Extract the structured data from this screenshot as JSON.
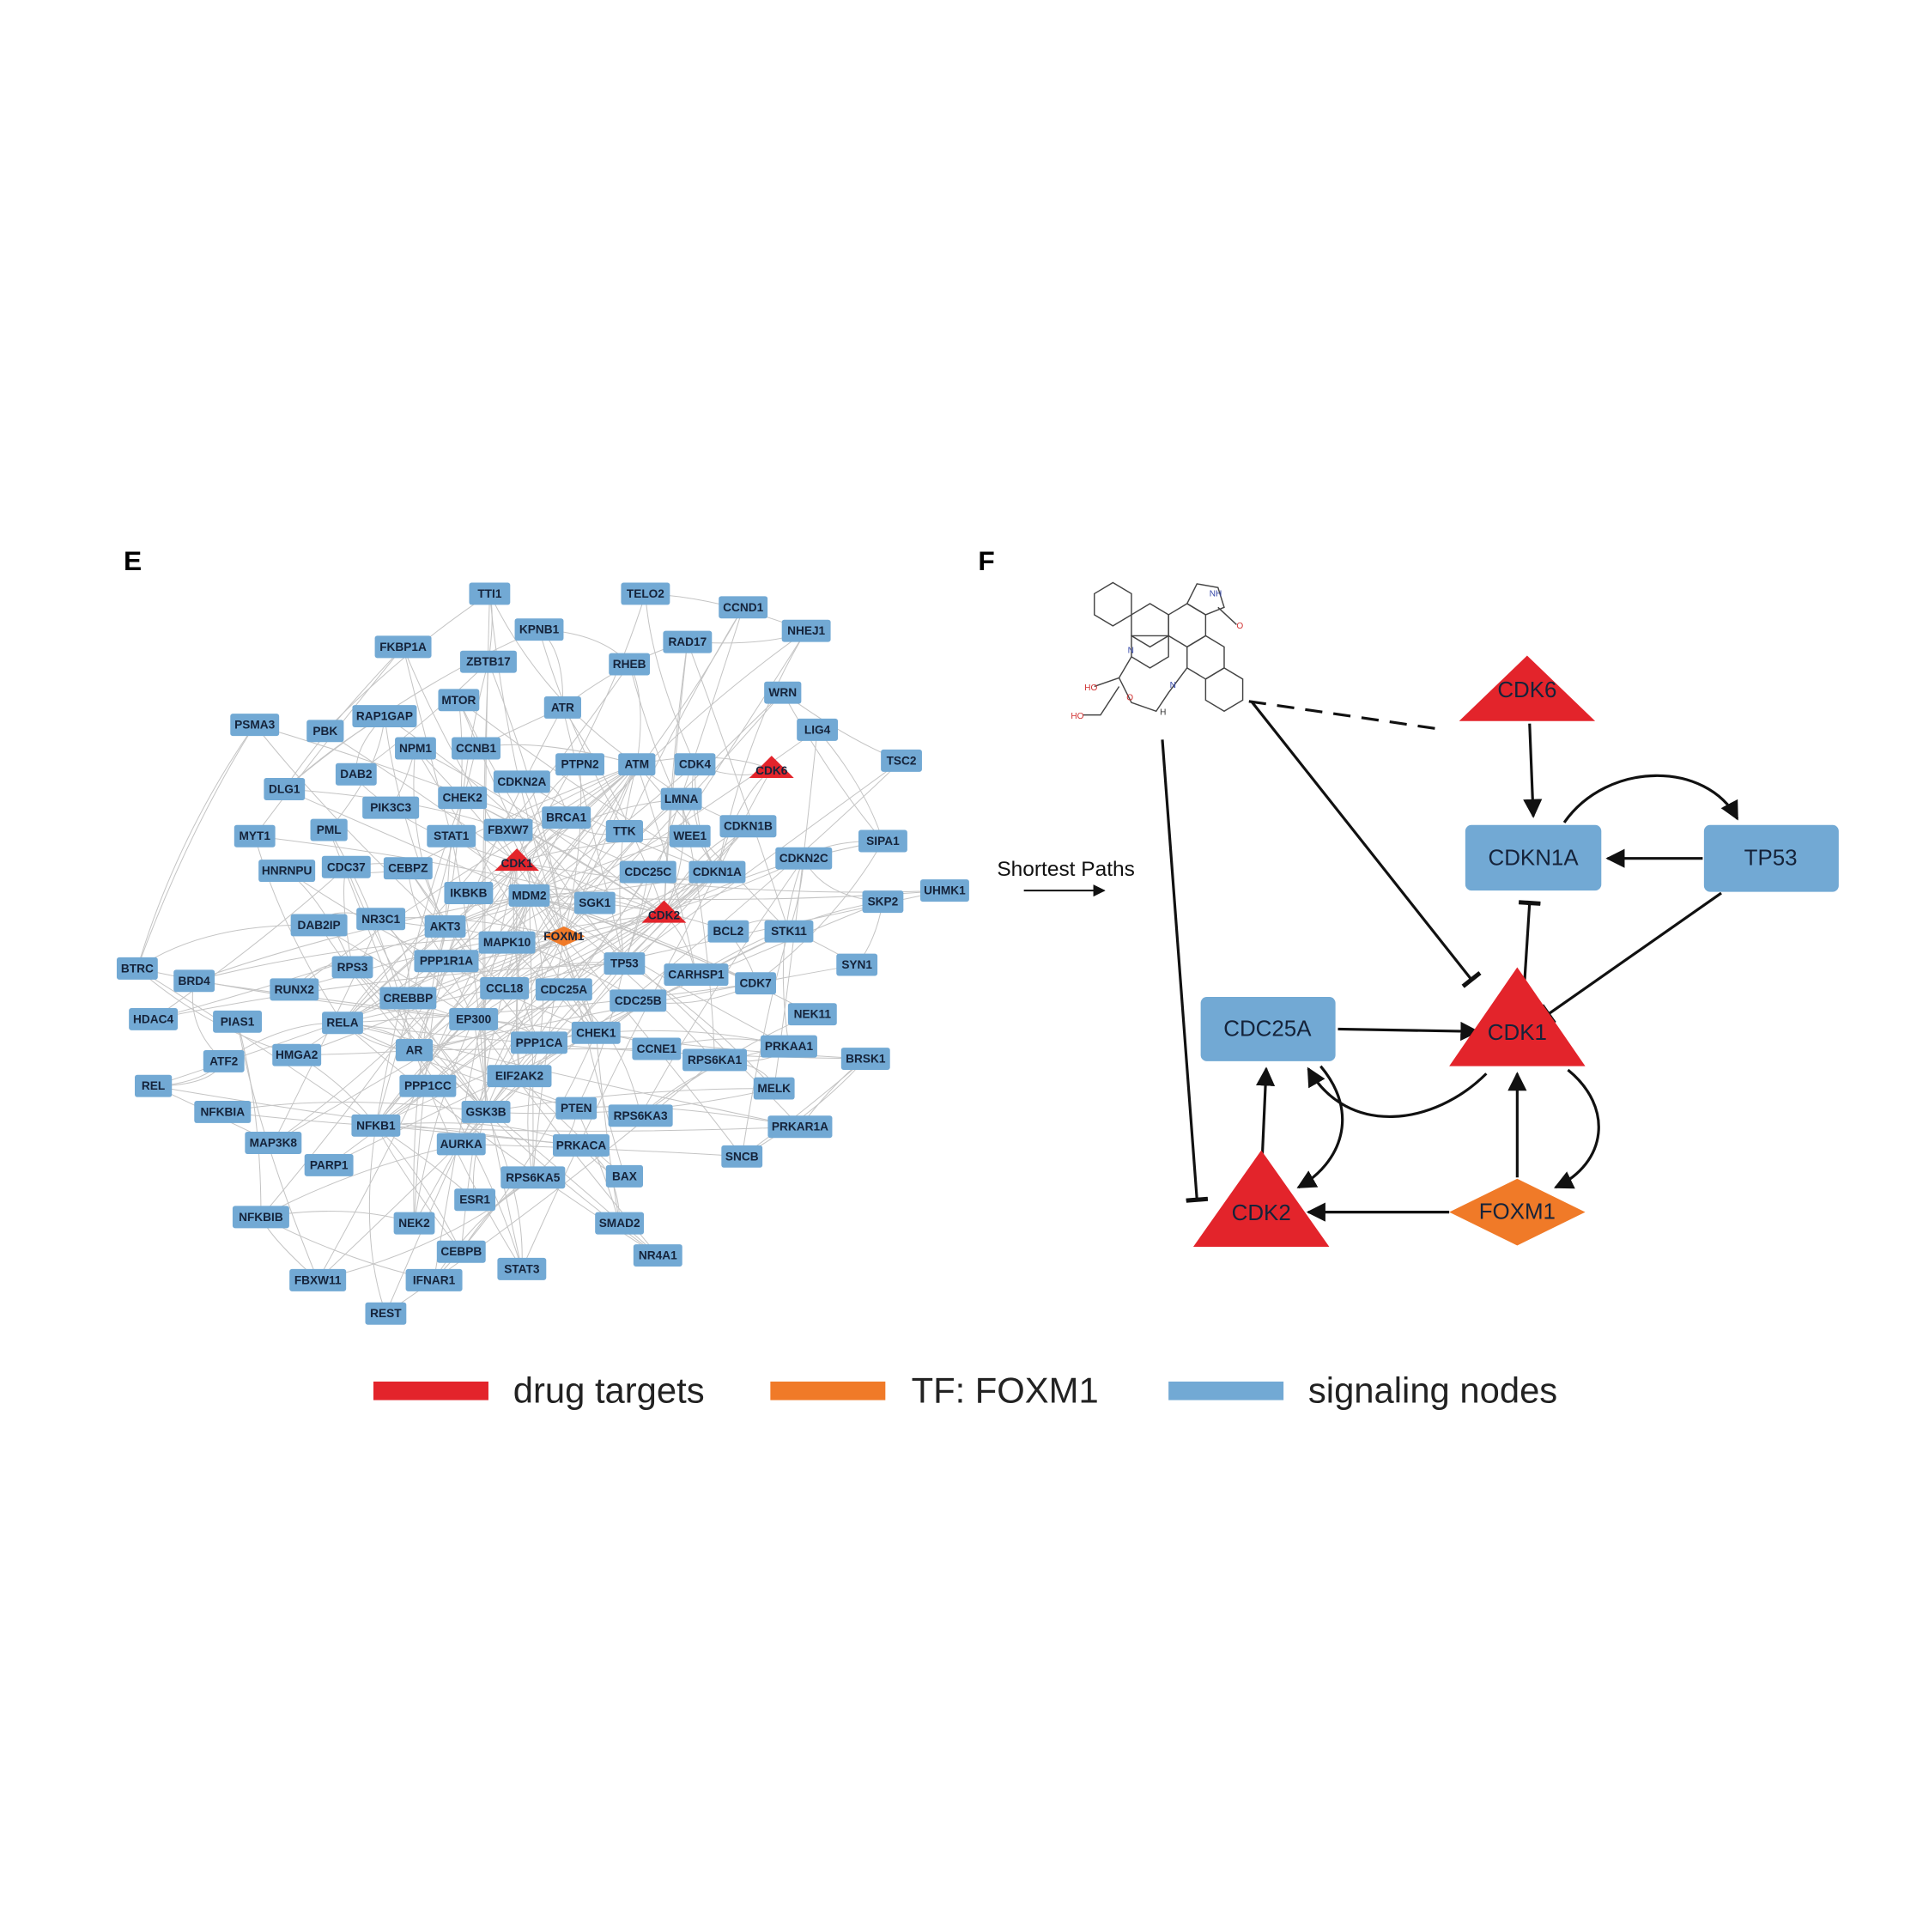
{
  "panel_e": {
    "label": "E",
    "nodes": [
      {
        "label": "TTI1",
        "type": "signaling"
      },
      {
        "label": "TELO2",
        "type": "signaling"
      },
      {
        "label": "CCND1",
        "type": "signaling"
      },
      {
        "label": "KPNB1",
        "type": "signaling"
      },
      {
        "label": "NHEJ1",
        "type": "signaling"
      },
      {
        "label": "FKBP1A",
        "type": "signaling"
      },
      {
        "label": "RAD17",
        "type": "signaling"
      },
      {
        "label": "ZBTB17",
        "type": "signaling"
      },
      {
        "label": "RHEB",
        "type": "signaling"
      },
      {
        "label": "WRN",
        "type": "signaling"
      },
      {
        "label": "MTOR",
        "type": "signaling"
      },
      {
        "label": "ATR",
        "type": "signaling"
      },
      {
        "label": "PSMA3",
        "type": "signaling"
      },
      {
        "label": "PBK",
        "type": "signaling"
      },
      {
        "label": "RAP1GAP",
        "type": "signaling"
      },
      {
        "label": "LIG4",
        "type": "signaling"
      },
      {
        "label": "NPM1",
        "type": "signaling"
      },
      {
        "label": "CCNB1",
        "type": "signaling"
      },
      {
        "label": "PTPN2",
        "type": "signaling"
      },
      {
        "label": "ATM",
        "type": "signaling"
      },
      {
        "label": "CDK4",
        "type": "signaling"
      },
      {
        "label": "CDK6",
        "type": "drug_target"
      },
      {
        "label": "TSC2",
        "type": "signaling"
      },
      {
        "label": "DAB2",
        "type": "signaling"
      },
      {
        "label": "DLG1",
        "type": "signaling"
      },
      {
        "label": "CDKN2A",
        "type": "signaling"
      },
      {
        "label": "CHEK2",
        "type": "signaling"
      },
      {
        "label": "LMNA",
        "type": "signaling"
      },
      {
        "label": "PIK3C3",
        "type": "signaling"
      },
      {
        "label": "BRCA1",
        "type": "signaling"
      },
      {
        "label": "TTK",
        "type": "signaling"
      },
      {
        "label": "WEE1",
        "type": "signaling"
      },
      {
        "label": "CDKN1B",
        "type": "signaling"
      },
      {
        "label": "SIPA1",
        "type": "signaling"
      },
      {
        "label": "MYT1",
        "type": "signaling"
      },
      {
        "label": "PML",
        "type": "signaling"
      },
      {
        "label": "STAT1",
        "type": "signaling"
      },
      {
        "label": "FBXW7",
        "type": "signaling"
      },
      {
        "label": "CDK1",
        "type": "drug_target"
      },
      {
        "label": "CDKN2C",
        "type": "signaling"
      },
      {
        "label": "HNRNPU",
        "type": "signaling"
      },
      {
        "label": "CDC37",
        "type": "signaling"
      },
      {
        "label": "CEBPZ",
        "type": "signaling"
      },
      {
        "label": "CDC25C",
        "type": "signaling"
      },
      {
        "label": "CDKN1A",
        "type": "signaling"
      },
      {
        "label": "UHMK1",
        "type": "signaling"
      },
      {
        "label": "IKBKB",
        "type": "signaling"
      },
      {
        "label": "MDM2",
        "type": "signaling"
      },
      {
        "label": "SGK1",
        "type": "signaling"
      },
      {
        "label": "SKP2",
        "type": "signaling"
      },
      {
        "label": "CDK2",
        "type": "drug_target"
      },
      {
        "label": "DAB2IP",
        "type": "signaling"
      },
      {
        "label": "NR3C1",
        "type": "signaling"
      },
      {
        "label": "AKT3",
        "type": "signaling"
      },
      {
        "label": "BCL2",
        "type": "signaling"
      },
      {
        "label": "STK11",
        "type": "signaling"
      },
      {
        "label": "FOXM1",
        "type": "tf"
      },
      {
        "label": "MAPK10",
        "type": "signaling"
      },
      {
        "label": "PPP1R1A",
        "type": "signaling"
      },
      {
        "label": "TP53",
        "type": "signaling"
      },
      {
        "label": "SYN1",
        "type": "signaling"
      },
      {
        "label": "RPS3",
        "type": "signaling"
      },
      {
        "label": "BTRC",
        "type": "signaling"
      },
      {
        "label": "BRD4",
        "type": "signaling"
      },
      {
        "label": "CARHSP1",
        "type": "signaling"
      },
      {
        "label": "CDK7",
        "type": "signaling"
      },
      {
        "label": "RUNX2",
        "type": "signaling"
      },
      {
        "label": "CREBBP",
        "type": "signaling"
      },
      {
        "label": "CCL18",
        "type": "signaling"
      },
      {
        "label": "CDC25A",
        "type": "signaling"
      },
      {
        "label": "CDC25B",
        "type": "signaling"
      },
      {
        "label": "HDAC4",
        "type": "signaling"
      },
      {
        "label": "PIAS1",
        "type": "signaling"
      },
      {
        "label": "RELA",
        "type": "signaling"
      },
      {
        "label": "EP300",
        "type": "signaling"
      },
      {
        "label": "NEK11",
        "type": "signaling"
      },
      {
        "label": "CHEK1",
        "type": "signaling"
      },
      {
        "label": "AR",
        "type": "signaling"
      },
      {
        "label": "PPP1CA",
        "type": "signaling"
      },
      {
        "label": "PRKAA1",
        "type": "signaling"
      },
      {
        "label": "CCNE1",
        "type": "signaling"
      },
      {
        "label": "RPS6KA1",
        "type": "signaling"
      },
      {
        "label": "BRSK1",
        "type": "signaling"
      },
      {
        "label": "ATF2",
        "type": "signaling"
      },
      {
        "label": "HMGA2",
        "type": "signaling"
      },
      {
        "label": "EIF2AK2",
        "type": "signaling"
      },
      {
        "label": "PPP1CC",
        "type": "signaling"
      },
      {
        "label": "REL",
        "type": "signaling"
      },
      {
        "label": "MELK",
        "type": "signaling"
      },
      {
        "label": "NFKBIA",
        "type": "signaling"
      },
      {
        "label": "PTEN",
        "type": "signaling"
      },
      {
        "label": "RPS6KA3",
        "type": "signaling"
      },
      {
        "label": "GSK3B",
        "type": "signaling"
      },
      {
        "label": "NFKB1",
        "type": "signaling"
      },
      {
        "label": "PRKAR1A",
        "type": "signaling"
      },
      {
        "label": "MAP3K8",
        "type": "signaling"
      },
      {
        "label": "AURKA",
        "type": "signaling"
      },
      {
        "label": "PRKACA",
        "type": "signaling"
      },
      {
        "label": "SNCB",
        "type": "signaling"
      },
      {
        "label": "PARP1",
        "type": "signaling"
      },
      {
        "label": "RPS6KA5",
        "type": "signaling"
      },
      {
        "label": "BAX",
        "type": "signaling"
      },
      {
        "label": "ESR1",
        "type": "signaling"
      },
      {
        "label": "NFKBIB",
        "type": "signaling"
      },
      {
        "label": "NEK2",
        "type": "signaling"
      },
      {
        "label": "SMAD2",
        "type": "signaling"
      },
      {
        "label": "CEBPB",
        "type": "signaling"
      },
      {
        "label": "NR4A1",
        "type": "signaling"
      },
      {
        "label": "STAT3",
        "type": "signaling"
      },
      {
        "label": "FBXW11",
        "type": "signaling"
      },
      {
        "label": "IFNAR1",
        "type": "signaling"
      },
      {
        "label": "REST",
        "type": "signaling"
      }
    ]
  },
  "panel_f": {
    "label": "F",
    "shortest_paths": "Shortest Paths",
    "nodes": {
      "cdk6": "CDK6",
      "cdkn1a": "CDKN1A",
      "tp53": "TP53",
      "cdc25a": "CDC25A",
      "cdk1": "CDK1",
      "cdk2": "CDK2",
      "foxm1": "FOXM1"
    },
    "molecule_atoms": {
      "nh": "NH",
      "o_keto": "O",
      "n1": "N",
      "n2": "N",
      "o_ring": "O",
      "ho1": "HO",
      "ho2": "HO",
      "h": "H"
    }
  },
  "legend": [
    {
      "label": "drug targets",
      "color": "#e3242b"
    },
    {
      "label": "TF: FOXM1",
      "color": "#f07a28"
    },
    {
      "label": "signaling nodes",
      "color": "#72a9d4"
    }
  ],
  "colors": {
    "signaling": "#72a9d4",
    "drug_target": "#e3242b",
    "tf": "#f07a28"
  }
}
